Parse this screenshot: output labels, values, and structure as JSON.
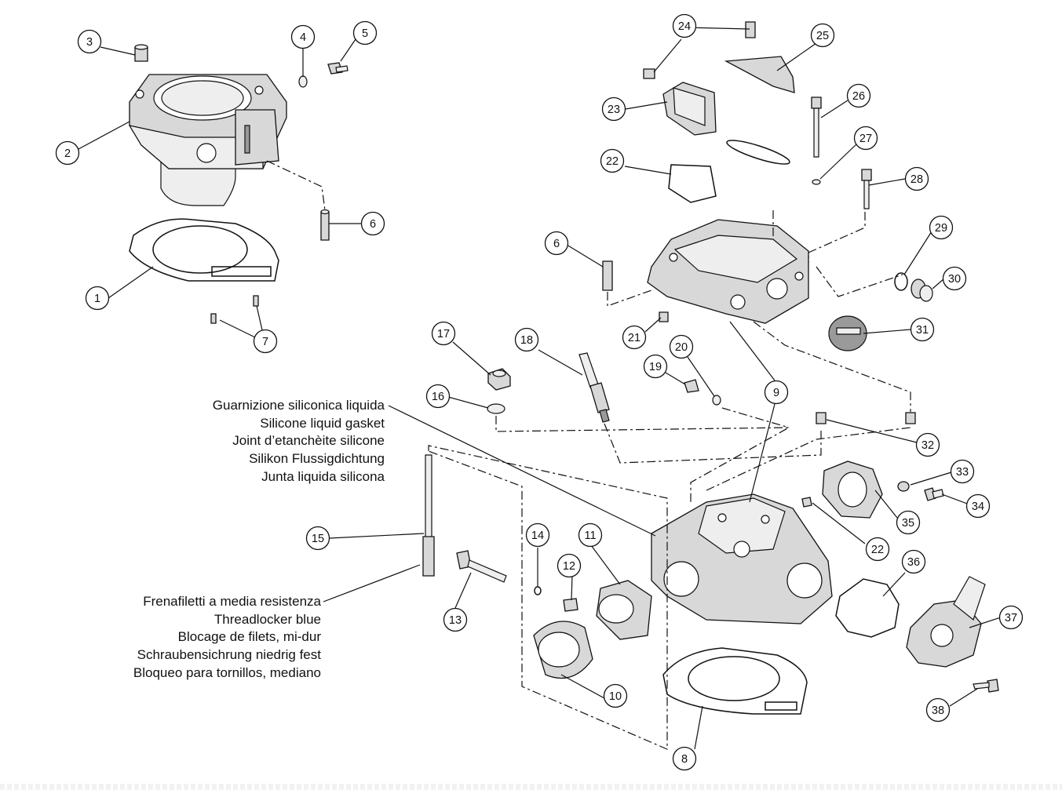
{
  "callouts": [
    {
      "label": "1"
    },
    {
      "label": "2"
    },
    {
      "label": "3"
    },
    {
      "label": "4"
    },
    {
      "label": "5"
    },
    {
      "label": "6"
    },
    {
      "label": "7"
    },
    {
      "label": "6"
    },
    {
      "label": "8"
    },
    {
      "label": "9"
    },
    {
      "label": "10"
    },
    {
      "label": "11"
    },
    {
      "label": "12"
    },
    {
      "label": "13"
    },
    {
      "label": "14"
    },
    {
      "label": "15"
    },
    {
      "label": "16"
    },
    {
      "label": "17"
    },
    {
      "label": "18"
    },
    {
      "label": "19"
    },
    {
      "label": "20"
    },
    {
      "label": "21"
    },
    {
      "label": "22"
    },
    {
      "label": "22"
    },
    {
      "label": "23"
    },
    {
      "label": "24"
    },
    {
      "label": "25"
    },
    {
      "label": "26"
    },
    {
      "label": "27"
    },
    {
      "label": "28"
    },
    {
      "label": "29"
    },
    {
      "label": "30"
    },
    {
      "label": "31"
    },
    {
      "label": "32"
    },
    {
      "label": "33"
    },
    {
      "label": "34"
    },
    {
      "label": "35"
    },
    {
      "label": "36"
    },
    {
      "label": "37"
    },
    {
      "label": "38"
    }
  ],
  "notes": {
    "silicone": [
      "Guarnizione siliconica liquida",
      "Silicone liquid gasket",
      "Joint d’etanchèite silicone",
      "Silikon Flussigdichtung",
      "Junta liquida silicona"
    ],
    "threadlocker": [
      "Frenafiletti a media resistenza",
      "Threadlocker blue",
      "Blocage de filets, mi-dur",
      "Schraubensichrung niedrig fest",
      "Bloqueo para tornillos, mediano"
    ]
  }
}
